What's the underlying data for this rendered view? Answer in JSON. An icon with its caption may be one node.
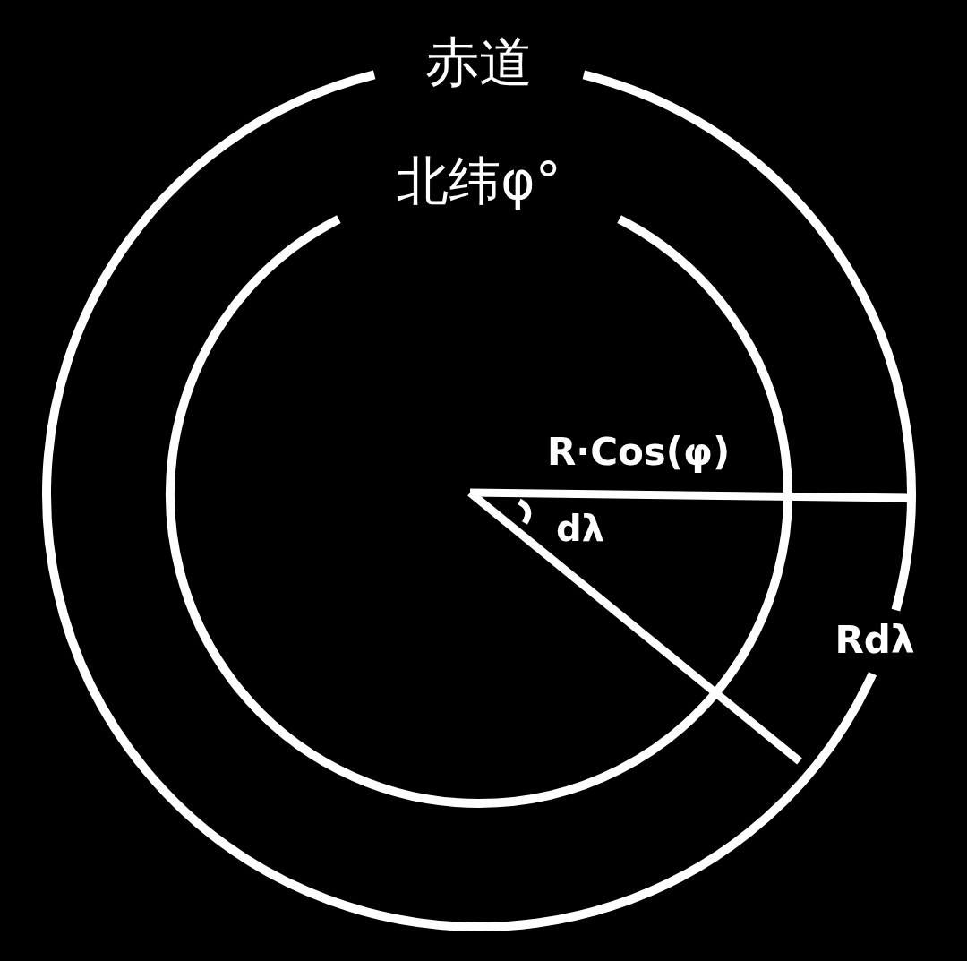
{
  "diagram": {
    "nodes": [
      {
        "text": [
          "赤道"
        ]
      },
      {
        "text": [
          "北纬φ°"
        ],
        "in": 0
      }
    ],
    "labels": [
      "R·Cos(φ)",
      "dλ",
      "Rdλ"
    ]
  }
}
